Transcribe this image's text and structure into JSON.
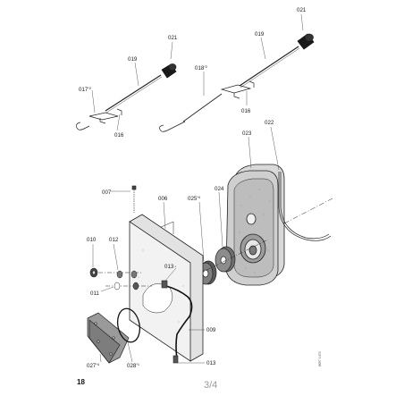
{
  "page": {
    "number": "18",
    "indicator": "3/4",
    "doc_code": "8697 1470"
  },
  "callouts": {
    "c021a": {
      "text": "021"
    },
    "c021b": {
      "text": "021"
    },
    "c019a": {
      "text": "019"
    },
    "c019b": {
      "text": "019"
    },
    "c017": {
      "text": "017",
      "sup": "*2"
    },
    "c018": {
      "text": "018",
      "sup": "*2"
    },
    "c016a": {
      "text": "016"
    },
    "c016b": {
      "text": "016"
    },
    "c022": {
      "text": "022"
    },
    "c023": {
      "text": "023"
    },
    "c007": {
      "text": "007"
    },
    "c006": {
      "text": "006"
    },
    "c025": {
      "text": "025",
      "sup": "*4"
    },
    "c024": {
      "text": "024"
    },
    "c010": {
      "text": "010"
    },
    "c012": {
      "text": "012"
    },
    "c013a": {
      "text": "013",
      "sup": "*"
    },
    "c011": {
      "text": "011"
    },
    "c009": {
      "text": "009"
    },
    "c013b": {
      "text": "013"
    },
    "c027": {
      "text": "027",
      "sup": "*4"
    },
    "c028": {
      "text": "028",
      "sup": "*1"
    }
  }
}
